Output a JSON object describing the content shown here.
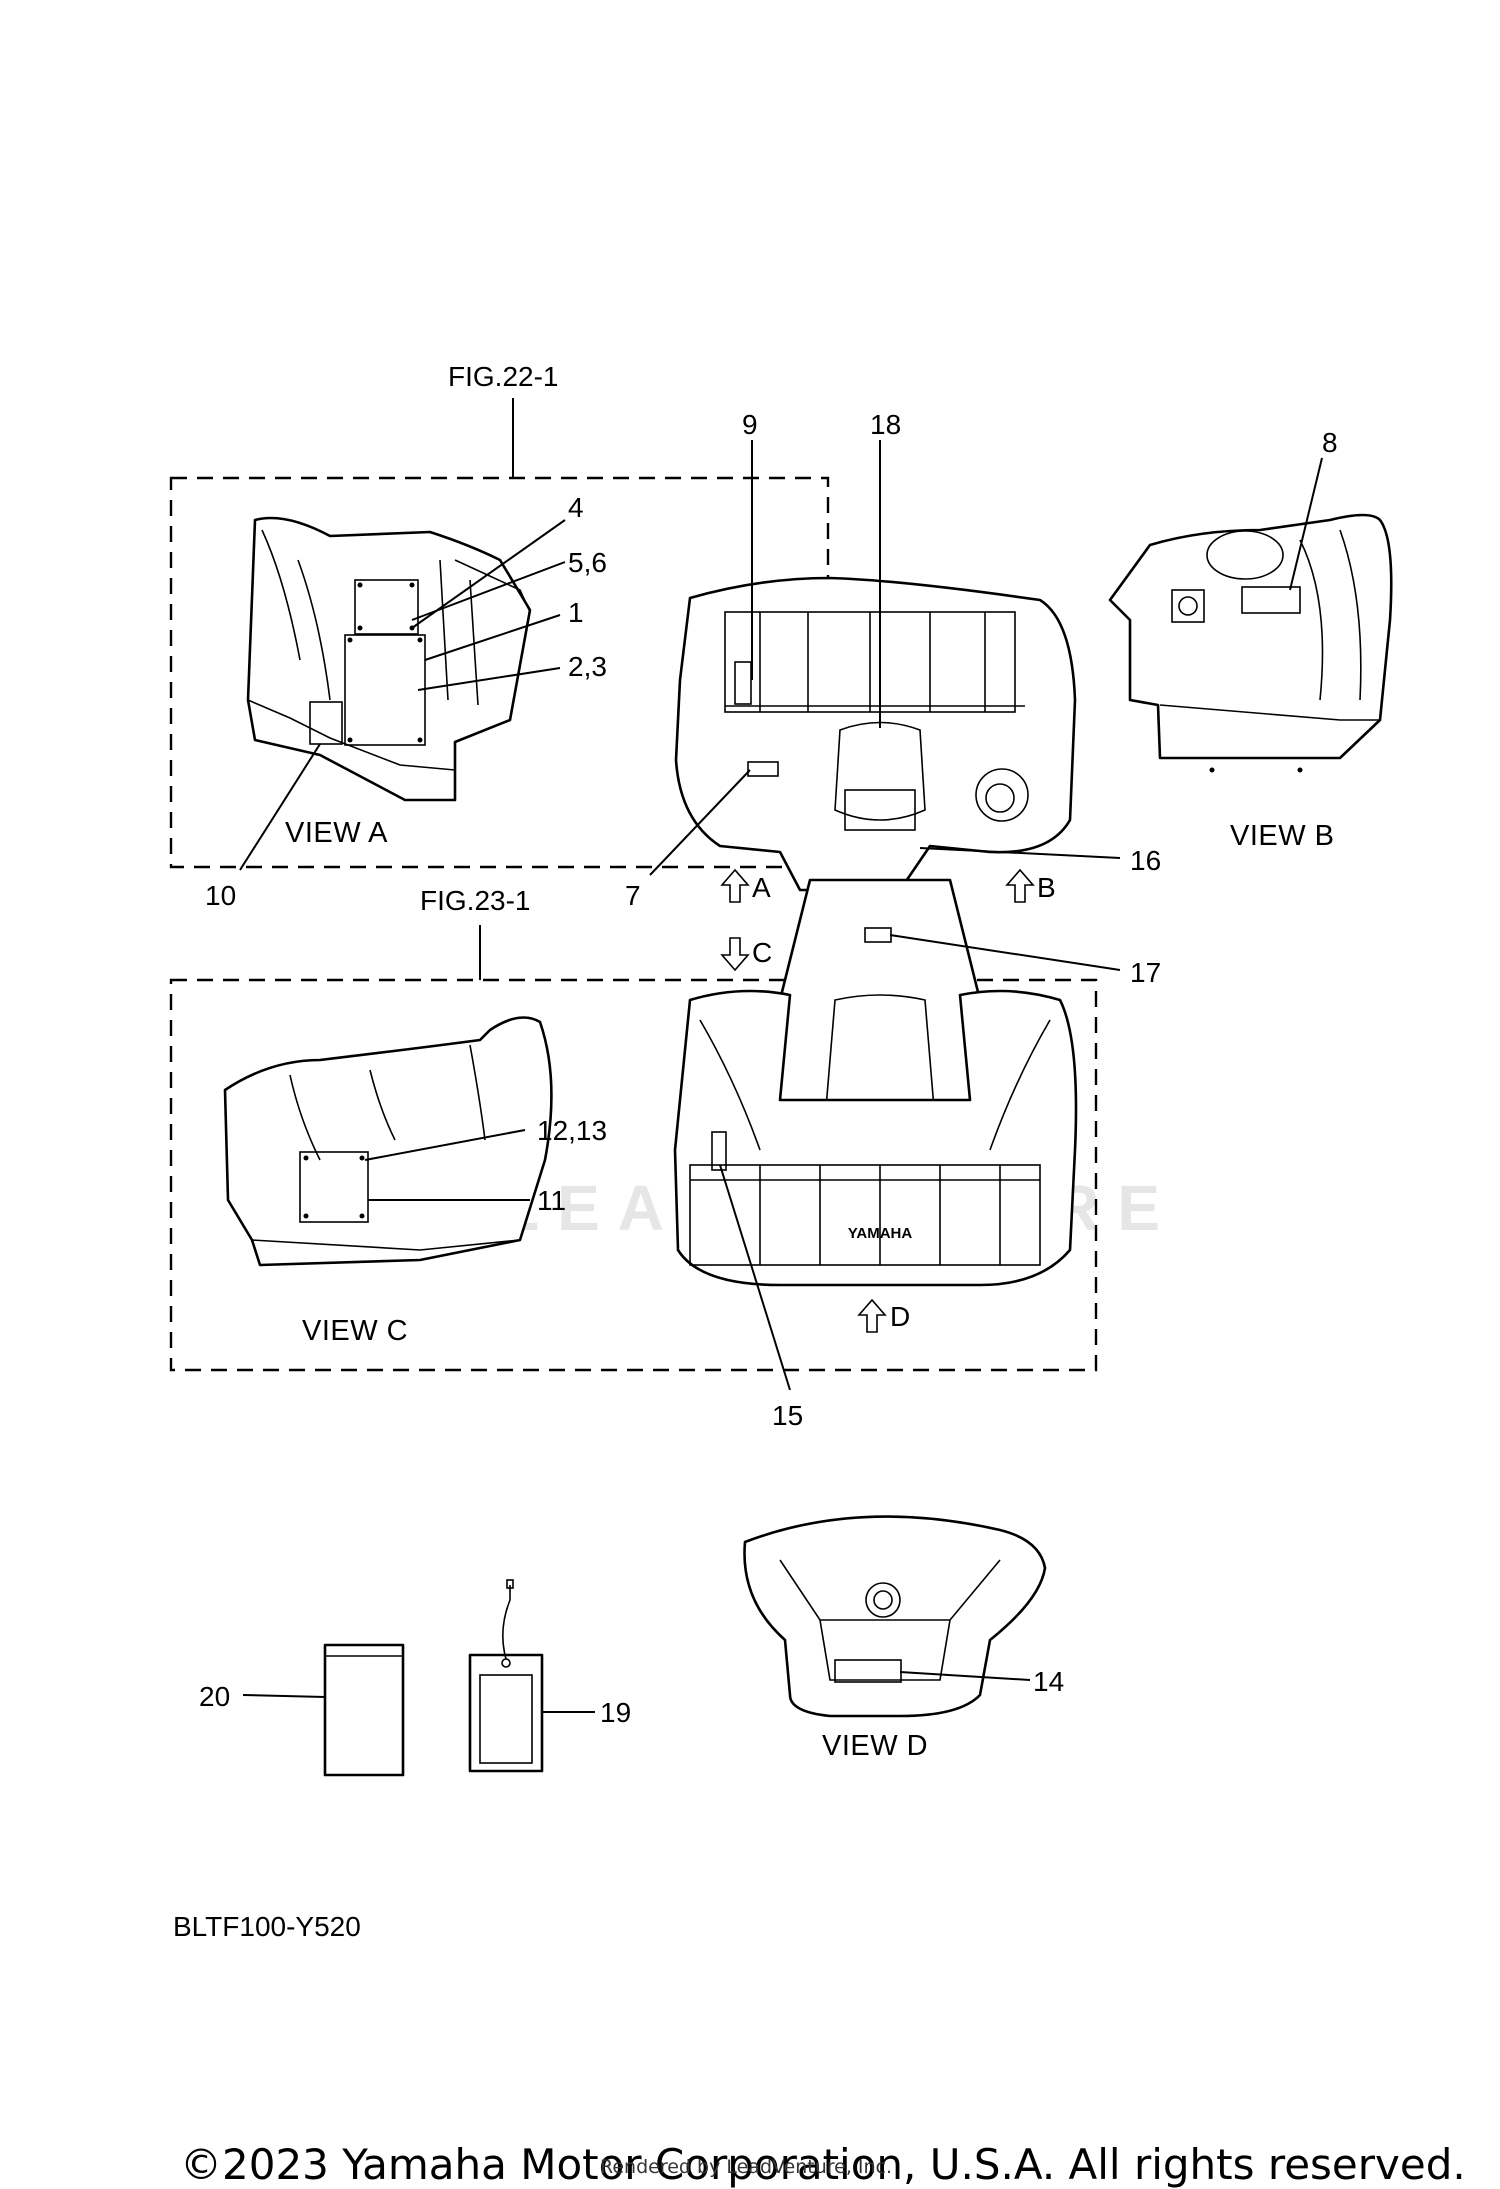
{
  "figures": {
    "fig_22": "FIG.22-1",
    "fig_23": "FIG.23-1"
  },
  "views": {
    "a": "VIEW A",
    "b": "VIEW B",
    "c": "VIEW C",
    "d": "VIEW D"
  },
  "arrows": {
    "a": "A",
    "b": "B",
    "c": "C",
    "d": "D"
  },
  "callouts": {
    "c1": "1",
    "c2_3": "2,3",
    "c4": "4",
    "c5_6": "5,6",
    "c7": "7",
    "c8": "8",
    "c9": "9",
    "c10": "10",
    "c11": "11",
    "c12_13": "12,13",
    "c14": "14",
    "c15": "15",
    "c16": "16",
    "c17": "17",
    "c18": "18",
    "c19": "19",
    "c20": "20"
  },
  "brand_mark": "YAMAHA",
  "watermark": "LEADVENTURE",
  "diagram_code": "BLTF100-Y520",
  "footer": {
    "copyright": "©2023 Yamaha Motor Corporation, U.S.A. All rights reserved.",
    "rendered_by": "Rendered by LeadVenture, Inc."
  }
}
